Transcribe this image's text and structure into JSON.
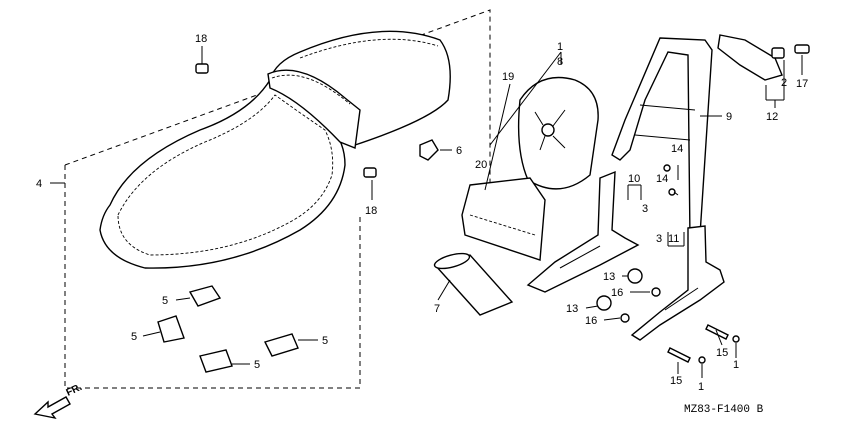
{
  "diagram_code": "MZ83-F1400 B",
  "front_label": "FR.",
  "callouts": {
    "c1a": "1",
    "c1b": "1",
    "c1c": "1",
    "c2": "2",
    "c3a": "3",
    "c3b": "3",
    "c4": "4",
    "c5a": "5",
    "c5b": "5",
    "c5c": "5",
    "c5d": "5",
    "c6": "6",
    "c7": "7",
    "c8": "8",
    "c9": "9",
    "c10": "10",
    "c11": "11",
    "c12": "12",
    "c13a": "13",
    "c13b": "13",
    "c14a": "14",
    "c14b": "14",
    "c15a": "15",
    "c15b": "15",
    "c16a": "16",
    "c16b": "16",
    "c17": "17",
    "c18a": "18",
    "c18b": "18",
    "c19": "19",
    "c20": "20"
  }
}
